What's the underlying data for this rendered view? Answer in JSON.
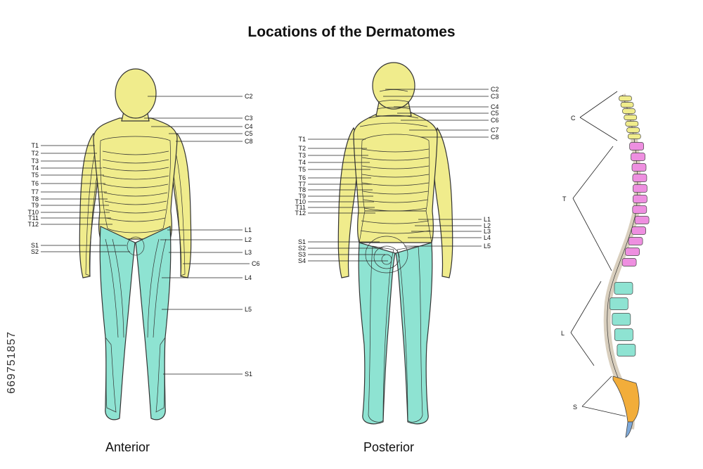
{
  "title": "Locations of the Dermatomes",
  "colors": {
    "cervical": "#f0ec8c",
    "thoracic": "#ee8fe0",
    "lumbar": "#8ee3d2",
    "sacral": "#f2ad3a",
    "vertebral_body": "#d9cfbe",
    "coccyx": "#7fa9d8"
  },
  "anterior": {
    "label": "Anterior",
    "right_labels": [
      "C2",
      "C3",
      "C4",
      "C5",
      "C8",
      "L1",
      "L2",
      "L3",
      "C6",
      "L4",
      "L5",
      "S1"
    ],
    "left_labels": [
      "T1",
      "T2",
      "T3",
      "T4",
      "T5",
      "T6",
      "T7",
      "T8",
      "T9",
      "T10",
      "T11",
      "T12",
      "S1",
      "S2"
    ]
  },
  "posterior": {
    "label": "Posterior",
    "right_labels": [
      "C2",
      "C3",
      "C4",
      "C5",
      "C6",
      "C7",
      "C8",
      "L1",
      "L2",
      "L3",
      "L4",
      "L5"
    ],
    "left_labels": [
      "T1",
      "T2",
      "T3",
      "T4",
      "T5",
      "T6",
      "T7",
      "T8",
      "T9",
      "T10",
      "T11",
      "T12",
      "S1",
      "S2",
      "S3",
      "S4"
    ]
  },
  "spine": {
    "labels": [
      "C",
      "T",
      "L",
      "S"
    ]
  },
  "stock_id": "669751857"
}
